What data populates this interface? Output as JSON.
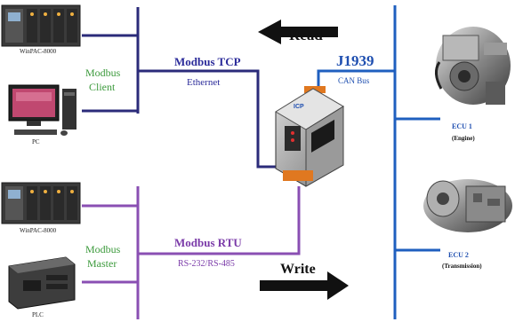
{
  "labels": {
    "read": "Read",
    "write": "Write",
    "winpac_top": "WinPAC-8000",
    "winpac_bottom": "WinPAC-8000",
    "pc": "PC",
    "plc": "PLC",
    "modbus_client_1": "Modbus",
    "modbus_client_2": "Client",
    "modbus_master_1": "Modbus",
    "modbus_master_2": "Master",
    "modbus_tcp": "Modbus TCP",
    "ethernet": "Ethernet",
    "modbus_rtu": "Modbus RTU",
    "rs232": "RS-232/RS-485",
    "j1939": "J1939",
    "can_bus": "CAN Bus",
    "ecu1_title": "ECU 1",
    "ecu1_sub": "(Engine)",
    "ecu2_title": "ECU 2",
    "ecu2_sub": "(Transmission)"
  },
  "colors": {
    "tcp_line": "#2b2b7a",
    "rtu_line": "#8a4fb3",
    "can_line": "#1f5fbf",
    "tcp_text": "#2b2b9a",
    "rtu_text": "#7a3aa8",
    "can_text": "#1f4fb0",
    "client_text": "#3c9a3c",
    "arrow": "#111111"
  }
}
